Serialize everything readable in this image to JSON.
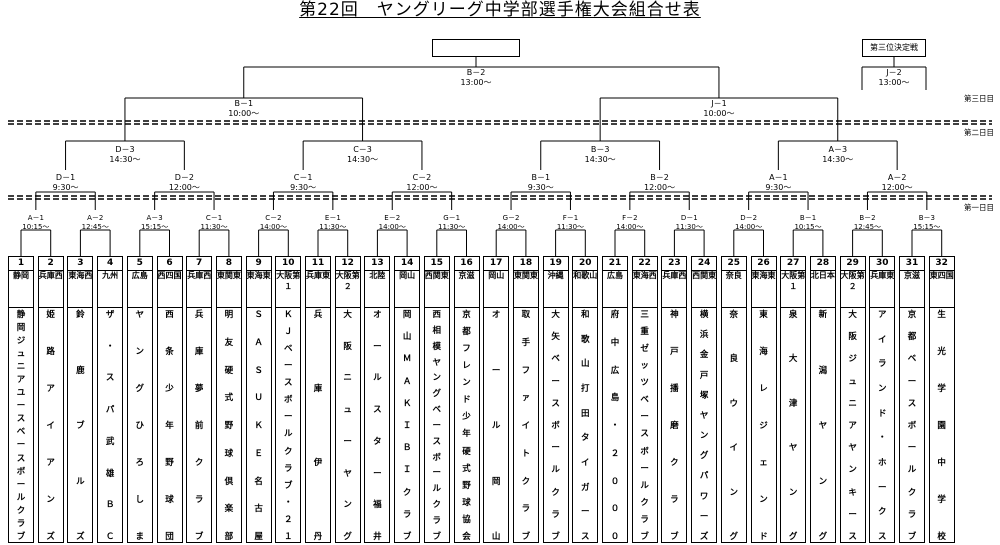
{
  "title": "第22回　ヤングリーグ中学部選手権大会組合せ表",
  "third_place_label": "第三位決定戦",
  "round_labels": [
    "第三日目",
    "第二日目",
    "第一日目"
  ],
  "matches": [
    {
      "code": "B－2",
      "time": "13:00～"
    },
    {
      "code": "J－2",
      "time": "13:00～"
    },
    {
      "code": "B－1",
      "time": "10:00～"
    },
    {
      "code": "J－1",
      "time": "10:00～"
    },
    {
      "code": "D－3",
      "time": "14:30～"
    },
    {
      "code": "C－3",
      "time": "14:30～"
    },
    {
      "code": "B－3",
      "time": "14:30～"
    },
    {
      "code": "A－3",
      "time": "14:30～"
    },
    {
      "code": "D－1",
      "time": "9:30～"
    },
    {
      "code": "D－2",
      "time": "12:00～"
    },
    {
      "code": "C－1",
      "time": "9:30～"
    },
    {
      "code": "C－2",
      "time": "12:00～"
    },
    {
      "code": "B－1",
      "time": "9:30～"
    },
    {
      "code": "B－2",
      "time": "12:00～"
    },
    {
      "code": "A－1",
      "time": "9:30～"
    },
    {
      "code": "A－2",
      "time": "12:00～"
    },
    {
      "code": "A－1",
      "time": "10:15～"
    },
    {
      "code": "A－2",
      "time": "12:45～"
    },
    {
      "code": "A－3",
      "time": "15:15～"
    },
    {
      "code": "C－1",
      "time": "11:30～"
    },
    {
      "code": "C－2",
      "time": "14:00～"
    },
    {
      "code": "E－1",
      "time": "11:30～"
    },
    {
      "code": "E－2",
      "time": "14:00～"
    },
    {
      "code": "G－1",
      "time": "11:30～"
    },
    {
      "code": "G－2",
      "time": "14:00～"
    },
    {
      "code": "F－1",
      "time": "11:30～"
    },
    {
      "code": "F－2",
      "time": "14:00～"
    },
    {
      "code": "D－1",
      "time": "11:30～"
    },
    {
      "code": "D－2",
      "time": "14:00～"
    },
    {
      "code": "B－1",
      "time": "10:15～"
    },
    {
      "code": "B－2",
      "time": "12:45～"
    },
    {
      "code": "B－3",
      "time": "15:15～"
    }
  ],
  "teams": [
    {
      "num": "1",
      "region": "静岡",
      "name": "静岡ジュニアユースベースボールクラブ"
    },
    {
      "num": "2",
      "region": "兵庫西",
      "name": "姫路アイアンズ"
    },
    {
      "num": "3",
      "region": "東海西",
      "name": "鈴鹿ブルズ"
    },
    {
      "num": "4",
      "region": "九州",
      "name": "ザ・スパ武雄ＢＣ"
    },
    {
      "num": "5",
      "region": "広島",
      "name": "ヤングひろしま"
    },
    {
      "num": "6",
      "region": "西四国",
      "name": "西条少年野球団"
    },
    {
      "num": "7",
      "region": "兵庫西",
      "name": "兵庫夢前クラブ"
    },
    {
      "num": "8",
      "region": "東関東",
      "name": "明友硬式野球倶楽部"
    },
    {
      "num": "9",
      "region": "東海東",
      "name": "ＳＡＳＵＫＥ名古屋"
    },
    {
      "num": "10",
      "region": "大阪第１",
      "name": "ＫＪベースボールクラブ・２１"
    },
    {
      "num": "11",
      "region": "兵庫東",
      "name": "兵庫伊丹"
    },
    {
      "num": "12",
      "region": "大阪第２",
      "name": "大阪ニューヤング"
    },
    {
      "num": "13",
      "region": "北陸",
      "name": "オールスター福井"
    },
    {
      "num": "14",
      "region": "岡山",
      "name": "岡山ＭＡＫＩＢＩクラブ"
    },
    {
      "num": "15",
      "region": "西関東",
      "name": "西相模ヤングベースボールクラブ"
    },
    {
      "num": "16",
      "region": "京滋",
      "name": "京都フレンド少年硬式野球協会"
    },
    {
      "num": "17",
      "region": "岡山",
      "name": "オール岡山"
    },
    {
      "num": "18",
      "region": "東関東",
      "name": "取手ファイトクラブ"
    },
    {
      "num": "19",
      "region": "沖縄",
      "name": "大矢ベースボールクラブ"
    },
    {
      "num": "20",
      "region": "和歌山",
      "name": "和歌山打田タイガース"
    },
    {
      "num": "21",
      "region": "広島",
      "name": "府中広島・２０００"
    },
    {
      "num": "22",
      "region": "東海西",
      "name": "三重ゼッツベースボールクラブ"
    },
    {
      "num": "23",
      "region": "兵庫西",
      "name": "神戸播磨クラブ"
    },
    {
      "num": "24",
      "region": "西関東",
      "name": "横浜金戸塚ヤングパワーズ"
    },
    {
      "num": "25",
      "region": "奈良",
      "name": "奈良ウイング"
    },
    {
      "num": "26",
      "region": "東海東",
      "name": "東海レジェンド"
    },
    {
      "num": "27",
      "region": "大阪第１",
      "name": "泉大津ヤング"
    },
    {
      "num": "28",
      "region": "北日本",
      "name": "新潟ヤング"
    },
    {
      "num": "29",
      "region": "大阪第２",
      "name": "大阪ジュニアヤンキース"
    },
    {
      "num": "30",
      "region": "兵庫東",
      "name": "アイランド・ホークス"
    },
    {
      "num": "31",
      "region": "京滋",
      "name": "京都ベースボールクラブ"
    },
    {
      "num": "32",
      "region": "東四国",
      "name": "生光学園中学校"
    }
  ]
}
